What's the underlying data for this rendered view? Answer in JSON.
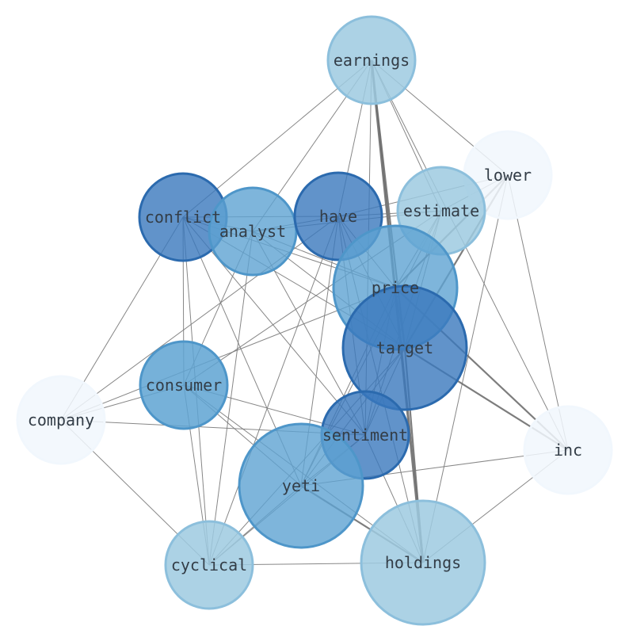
{
  "graph": {
    "nodes": [
      {
        "id": "earnings",
        "label": "earnings",
        "fill": "#9ecae1",
        "stroke": "#8cbfdc",
        "opacity": 0.85
      },
      {
        "id": "lower",
        "label": "lower",
        "fill": "#f1f7fd",
        "stroke": "#f1f7fd",
        "opacity": 0.85
      },
      {
        "id": "conflict",
        "label": "conflict",
        "fill": "#3a78bd",
        "stroke": "#2b6aae",
        "opacity": 0.8
      },
      {
        "id": "analyst",
        "label": "analyst",
        "fill": "#5ea3d2",
        "stroke": "#4e96c9",
        "opacity": 0.8
      },
      {
        "id": "have",
        "label": "have",
        "fill": "#3a78bd",
        "stroke": "#2b6aae",
        "opacity": 0.8
      },
      {
        "id": "estimate",
        "label": "estimate",
        "fill": "#9ecae1",
        "stroke": "#8cbfdc",
        "opacity": 0.85
      },
      {
        "id": "price",
        "label": "price",
        "fill": "#5ea3d2",
        "stroke": "#4e96c9",
        "opacity": 0.8
      },
      {
        "id": "target",
        "label": "target",
        "fill": "#3a78bd",
        "stroke": "#2b6aae",
        "opacity": 0.8
      },
      {
        "id": "consumer",
        "label": "consumer",
        "fill": "#5ea3d2",
        "stroke": "#4e96c9",
        "opacity": 0.85
      },
      {
        "id": "company",
        "label": "company",
        "fill": "#f1f7fd",
        "stroke": "#f1f7fd",
        "opacity": 0.85
      },
      {
        "id": "sentiment",
        "label": "sentiment",
        "fill": "#3a78bd",
        "stroke": "#2b6aae",
        "opacity": 0.8
      },
      {
        "id": "inc",
        "label": "inc",
        "fill": "#f1f7fd",
        "stroke": "#f1f7fd",
        "opacity": 0.85
      },
      {
        "id": "yeti",
        "label": "yeti",
        "fill": "#5ea3d2",
        "stroke": "#4e96c9",
        "opacity": 0.8
      },
      {
        "id": "cyclical",
        "label": "cyclical",
        "fill": "#9ecae1",
        "stroke": "#8cbfdc",
        "opacity": 0.85
      },
      {
        "id": "holdings",
        "label": "holdings",
        "fill": "#9ecae1",
        "stroke": "#8cbfdc",
        "opacity": 0.85
      }
    ],
    "edges": [
      {
        "source": "earnings",
        "target": "conflict",
        "weight": 1
      },
      {
        "source": "earnings",
        "target": "analyst",
        "weight": 1
      },
      {
        "source": "earnings",
        "target": "have",
        "weight": 1
      },
      {
        "source": "earnings",
        "target": "estimate",
        "weight": 1
      },
      {
        "source": "earnings",
        "target": "price",
        "weight": 1
      },
      {
        "source": "earnings",
        "target": "target",
        "weight": 2
      },
      {
        "source": "earnings",
        "target": "lower",
        "weight": 1
      },
      {
        "source": "earnings",
        "target": "inc",
        "weight": 1
      },
      {
        "source": "earnings",
        "target": "holdings",
        "weight": 3
      },
      {
        "source": "earnings",
        "target": "sentiment",
        "weight": 1
      },
      {
        "source": "lower",
        "target": "estimate",
        "weight": 1
      },
      {
        "source": "lower",
        "target": "price",
        "weight": 2
      },
      {
        "source": "lower",
        "target": "target",
        "weight": 2
      },
      {
        "source": "lower",
        "target": "have",
        "weight": 1
      },
      {
        "source": "lower",
        "target": "inc",
        "weight": 1
      },
      {
        "source": "lower",
        "target": "holdings",
        "weight": 1
      },
      {
        "source": "conflict",
        "target": "analyst",
        "weight": 1
      },
      {
        "source": "conflict",
        "target": "have",
        "weight": 1
      },
      {
        "source": "conflict",
        "target": "price",
        "weight": 1
      },
      {
        "source": "conflict",
        "target": "target",
        "weight": 1
      },
      {
        "source": "conflict",
        "target": "company",
        "weight": 1
      },
      {
        "source": "conflict",
        "target": "consumer",
        "weight": 1
      },
      {
        "source": "conflict",
        "target": "sentiment",
        "weight": 1
      },
      {
        "source": "conflict",
        "target": "yeti",
        "weight": 1
      },
      {
        "source": "conflict",
        "target": "cyclical",
        "weight": 1
      },
      {
        "source": "analyst",
        "target": "have",
        "weight": 1
      },
      {
        "source": "analyst",
        "target": "estimate",
        "weight": 1
      },
      {
        "source": "analyst",
        "target": "price",
        "weight": 1
      },
      {
        "source": "analyst",
        "target": "target",
        "weight": 1
      },
      {
        "source": "analyst",
        "target": "consumer",
        "weight": 1
      },
      {
        "source": "analyst",
        "target": "sentiment",
        "weight": 1
      },
      {
        "source": "analyst",
        "target": "cyclical",
        "weight": 1
      },
      {
        "source": "have",
        "target": "estimate",
        "weight": 1
      },
      {
        "source": "have",
        "target": "price",
        "weight": 1
      },
      {
        "source": "have",
        "target": "target",
        "weight": 1
      },
      {
        "source": "have",
        "target": "company",
        "weight": 1
      },
      {
        "source": "have",
        "target": "sentiment",
        "weight": 1
      },
      {
        "source": "have",
        "target": "yeti",
        "weight": 1
      },
      {
        "source": "have",
        "target": "holdings",
        "weight": 1
      },
      {
        "source": "have",
        "target": "cyclical",
        "weight": 1
      },
      {
        "source": "estimate",
        "target": "price",
        "weight": 1
      },
      {
        "source": "estimate",
        "target": "target",
        "weight": 1
      },
      {
        "source": "estimate",
        "target": "consumer",
        "weight": 1
      },
      {
        "source": "estimate",
        "target": "sentiment",
        "weight": 1
      },
      {
        "source": "estimate",
        "target": "yeti",
        "weight": 1
      },
      {
        "source": "price",
        "target": "target",
        "weight": 1
      },
      {
        "source": "price",
        "target": "inc",
        "weight": 2
      },
      {
        "source": "price",
        "target": "sentiment",
        "weight": 1
      },
      {
        "source": "price",
        "target": "yeti",
        "weight": 1
      },
      {
        "source": "price",
        "target": "holdings",
        "weight": 1
      },
      {
        "source": "price",
        "target": "company",
        "weight": 1
      },
      {
        "source": "target",
        "target": "inc",
        "weight": 2
      },
      {
        "source": "target",
        "target": "sentiment",
        "weight": 1
      },
      {
        "source": "target",
        "target": "yeti",
        "weight": 1
      },
      {
        "source": "target",
        "target": "holdings",
        "weight": 2
      },
      {
        "source": "target",
        "target": "cyclical",
        "weight": 1
      },
      {
        "source": "consumer",
        "target": "company",
        "weight": 1
      },
      {
        "source": "consumer",
        "target": "sentiment",
        "weight": 1
      },
      {
        "source": "consumer",
        "target": "yeti",
        "weight": 1
      },
      {
        "source": "consumer",
        "target": "holdings",
        "weight": 1
      },
      {
        "source": "consumer",
        "target": "cyclical",
        "weight": 1
      },
      {
        "source": "company",
        "target": "sentiment",
        "weight": 1
      },
      {
        "source": "company",
        "target": "cyclical",
        "weight": 1
      },
      {
        "source": "sentiment",
        "target": "yeti",
        "weight": 1
      },
      {
        "source": "sentiment",
        "target": "holdings",
        "weight": 1
      },
      {
        "source": "sentiment",
        "target": "cyclical",
        "weight": 1
      },
      {
        "source": "yeti",
        "target": "inc",
        "weight": 1
      },
      {
        "source": "yeti",
        "target": "holdings",
        "weight": 2
      },
      {
        "source": "yeti",
        "target": "cyclical",
        "weight": 1
      },
      {
        "source": "inc",
        "target": "holdings",
        "weight": 1
      },
      {
        "source": "cyclical",
        "target": "holdings",
        "weight": 1
      }
    ]
  }
}
